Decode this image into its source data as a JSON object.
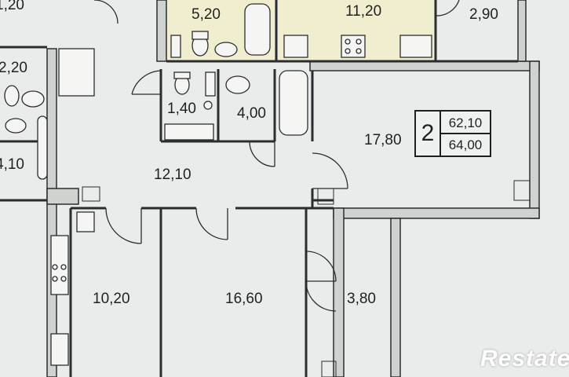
{
  "plan": {
    "areas": {
      "top_left_cut": "1,20",
      "left_room_upper": "2,20",
      "left_room_lower": "4,10",
      "bathroom_top": "5,20",
      "kitchen_top": "11,20",
      "balcony_top": "2,90",
      "toilet": "1,40",
      "bathroom": "4,00",
      "hall": "12,10",
      "living_room": "17,80",
      "kitchen": "10,20",
      "bedroom": "16,60",
      "balcony": "3,80"
    },
    "apartment": {
      "rooms": "2",
      "living_area": "62,10",
      "total_area": "64,00"
    }
  },
  "watermark": "Restate",
  "colors": {
    "background": "#e9ecea",
    "wall": "#d9dcd9",
    "line": "#1e2124",
    "highlight_room": "#f1eed0"
  }
}
